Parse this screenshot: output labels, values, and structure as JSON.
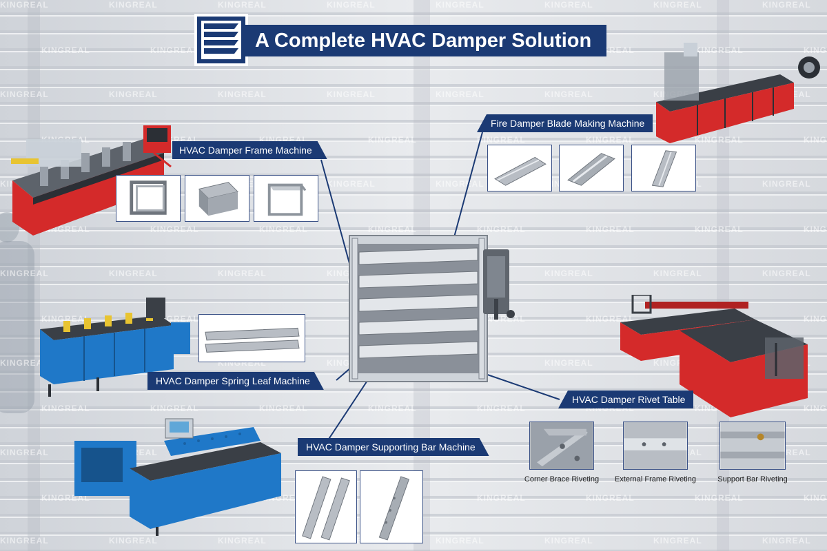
{
  "title": "A Complete HVAC Damper Solution",
  "watermark": "KINGREAL",
  "labels": {
    "frame_machine": "HVAC Damper Frame Machine",
    "fire_blade_machine": "Fire Damper Blade Making Machine",
    "spring_leaf_machine": "HVAC Damper Spring Leaf Machine",
    "rivet_table": "HVAC Damper Rivet Table",
    "supporting_bar_machine": "HVAC Damper Supporting Bar Machine"
  },
  "captions": {
    "corner_brace": "Corner Brace Riveting",
    "external_frame": "External Frame Riveting",
    "support_bar": "Support Bar Riveting"
  },
  "colors": {
    "navy": "#1b3a74",
    "machine_red": "#d42a2a",
    "machine_blue": "#1f78c8",
    "steel": "#a7adb4"
  },
  "icons": [
    "louver-damper-icon"
  ]
}
